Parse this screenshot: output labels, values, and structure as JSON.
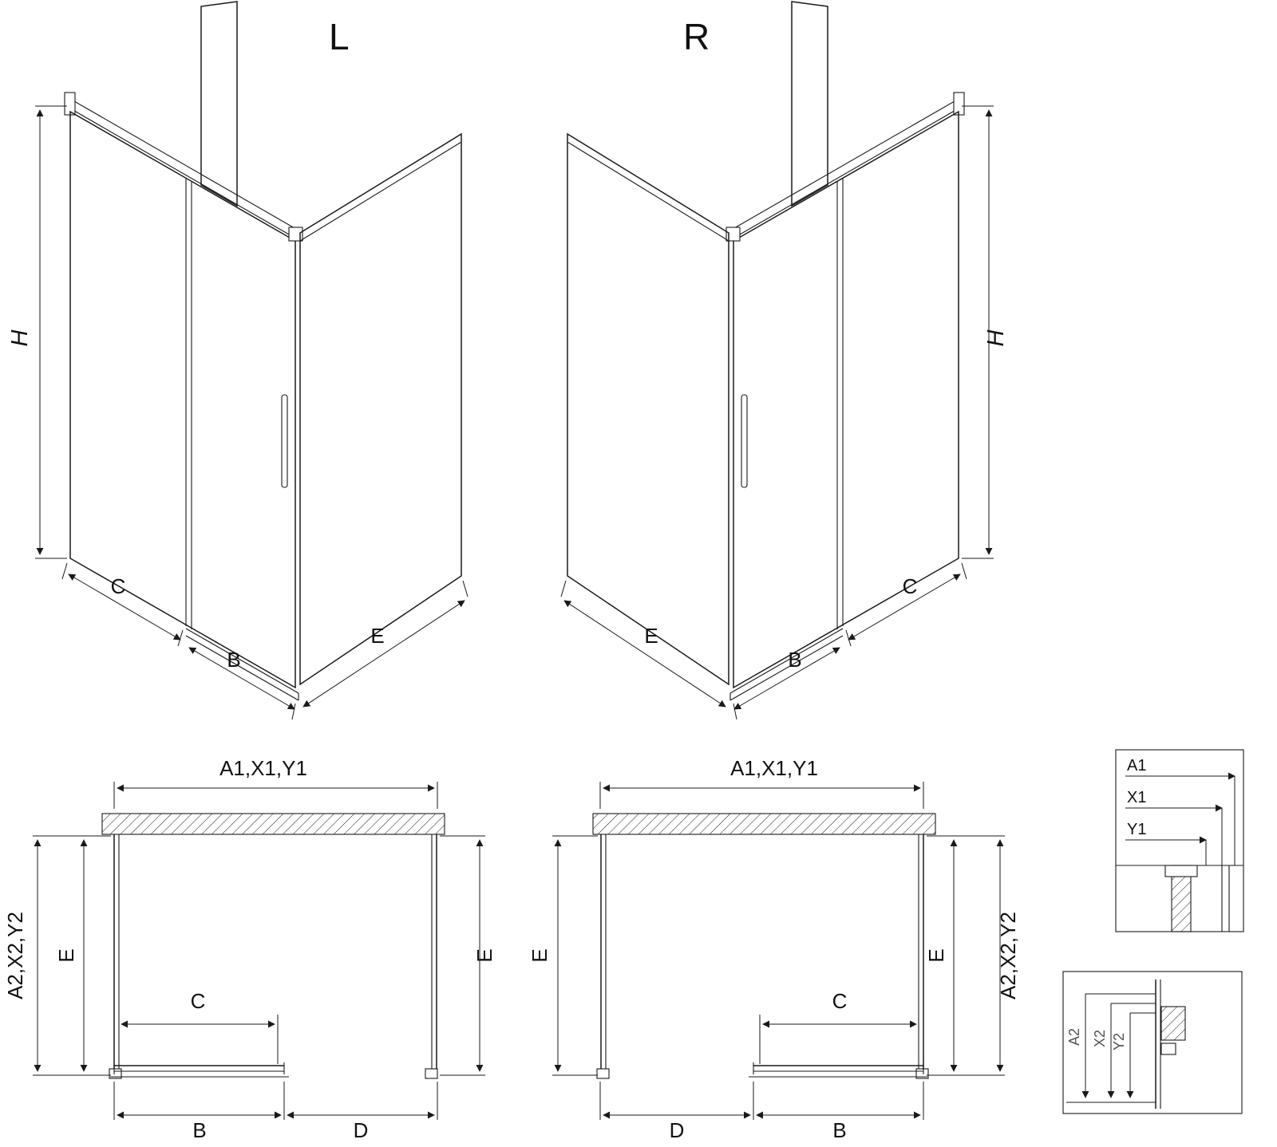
{
  "colors": {
    "line": "#1a1a1a",
    "background": "#ffffff"
  },
  "iso_left": {
    "variant": "L",
    "dim_height": "H",
    "dim_c": "C",
    "dim_b": "B",
    "dim_e": "E"
  },
  "iso_right": {
    "variant": "R",
    "dim_height": "H",
    "dim_c": "C",
    "dim_b": "B",
    "dim_e": "E"
  },
  "plan_left": {
    "dim_top": "A1,X1,Y1",
    "dim_outer_left": "A2,X2,Y2",
    "dim_e_left": "E",
    "dim_e_right": "E",
    "dim_c": "C",
    "dim_b": "B",
    "dim_d": "D"
  },
  "plan_right": {
    "dim_top": "A1,X1,Y1",
    "dim_outer_right": "A2,X2,Y2",
    "dim_e_left": "E",
    "dim_e_right": "E",
    "dim_c": "C",
    "dim_b": "B",
    "dim_d": "D"
  },
  "detail_top": {
    "dim_a1": "A1",
    "dim_x1": "X1",
    "dim_y1": "Y1"
  },
  "detail_bottom": {
    "dim_a2": "A2",
    "dim_x2": "X2",
    "dim_y2": "Y2"
  }
}
